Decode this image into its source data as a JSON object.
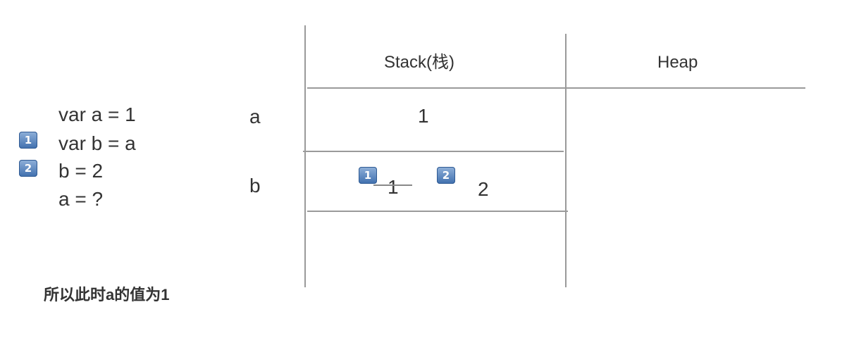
{
  "code": {
    "lines": [
      {
        "text": "var a = 1",
        "badge": ""
      },
      {
        "text": "var b = a",
        "badge": "1"
      },
      {
        "text": "b = 2",
        "badge": "2"
      },
      {
        "text": "a = ?",
        "badge": ""
      }
    ]
  },
  "table": {
    "headers": {
      "stack": "Stack(栈)",
      "heap": "Heap"
    },
    "rows": [
      {
        "var": "a",
        "stack_value": "1"
      },
      {
        "var": "b",
        "old_value": "1",
        "new_value": "2",
        "old_badge": "1",
        "new_badge": "2"
      }
    ]
  },
  "conclusion": "所以此时a的值为1",
  "colors": {
    "grid_line": "#9a9a9a",
    "badge": "#4a78b5",
    "text": "#333333"
  }
}
